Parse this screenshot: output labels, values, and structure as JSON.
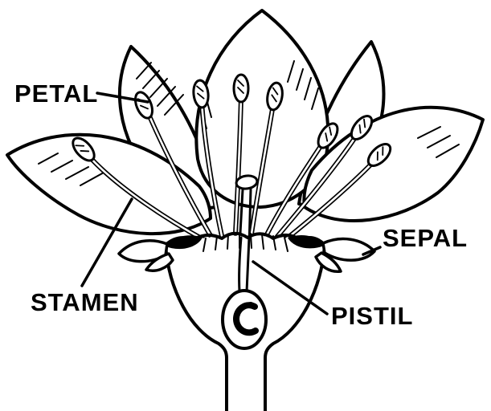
{
  "diagram": {
    "type": "flower-longitudinal-section",
    "labels": {
      "petal": "PETAL",
      "stamen": "STAMEN",
      "sepal": "SEPAL",
      "pistil": "PISTIL"
    }
  },
  "colors": {
    "ink": "#000000",
    "paper": "#ffffff"
  }
}
